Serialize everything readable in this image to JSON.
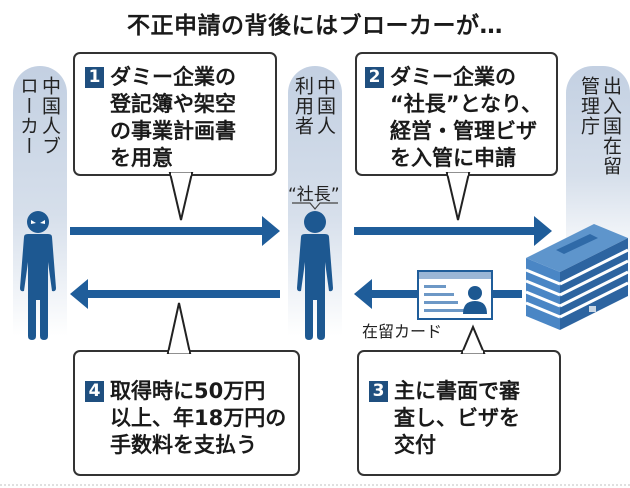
{
  "title": "不正申請の背後にはブローカーが…",
  "colors": {
    "accent": "#1f5d9a",
    "figure": "#1d5891",
    "pillar": "#c7d3e4",
    "badge": "#1f4f7f",
    "building": "#4a86c5"
  },
  "actors": {
    "broker": {
      "label": "中国人ブローカー",
      "icon": "person-icon"
    },
    "user": {
      "label": "中国人利用者",
      "role": "“社長”",
      "icon": "person-icon"
    },
    "agency": {
      "label": "出入国在留管理庁",
      "icon": "building-icon"
    }
  },
  "steps": [
    {
      "number": "1",
      "lines": [
        "ダミー企業の",
        "登記簿や架空",
        "の事業計画書",
        "を用意"
      ]
    },
    {
      "number": "2",
      "lines": [
        "ダミー企業の",
        "“社長”となり、",
        "経営・管理ビザ",
        "を入管に申請"
      ]
    },
    {
      "number": "3",
      "lines": [
        "主に書面で審",
        "査し、ビザを",
        "交付"
      ]
    },
    {
      "number": "4",
      "lines": [
        "取得時に50万円",
        "以上、年18万円の",
        "手数料を支払う"
      ]
    }
  ],
  "card_label": "在留カード"
}
